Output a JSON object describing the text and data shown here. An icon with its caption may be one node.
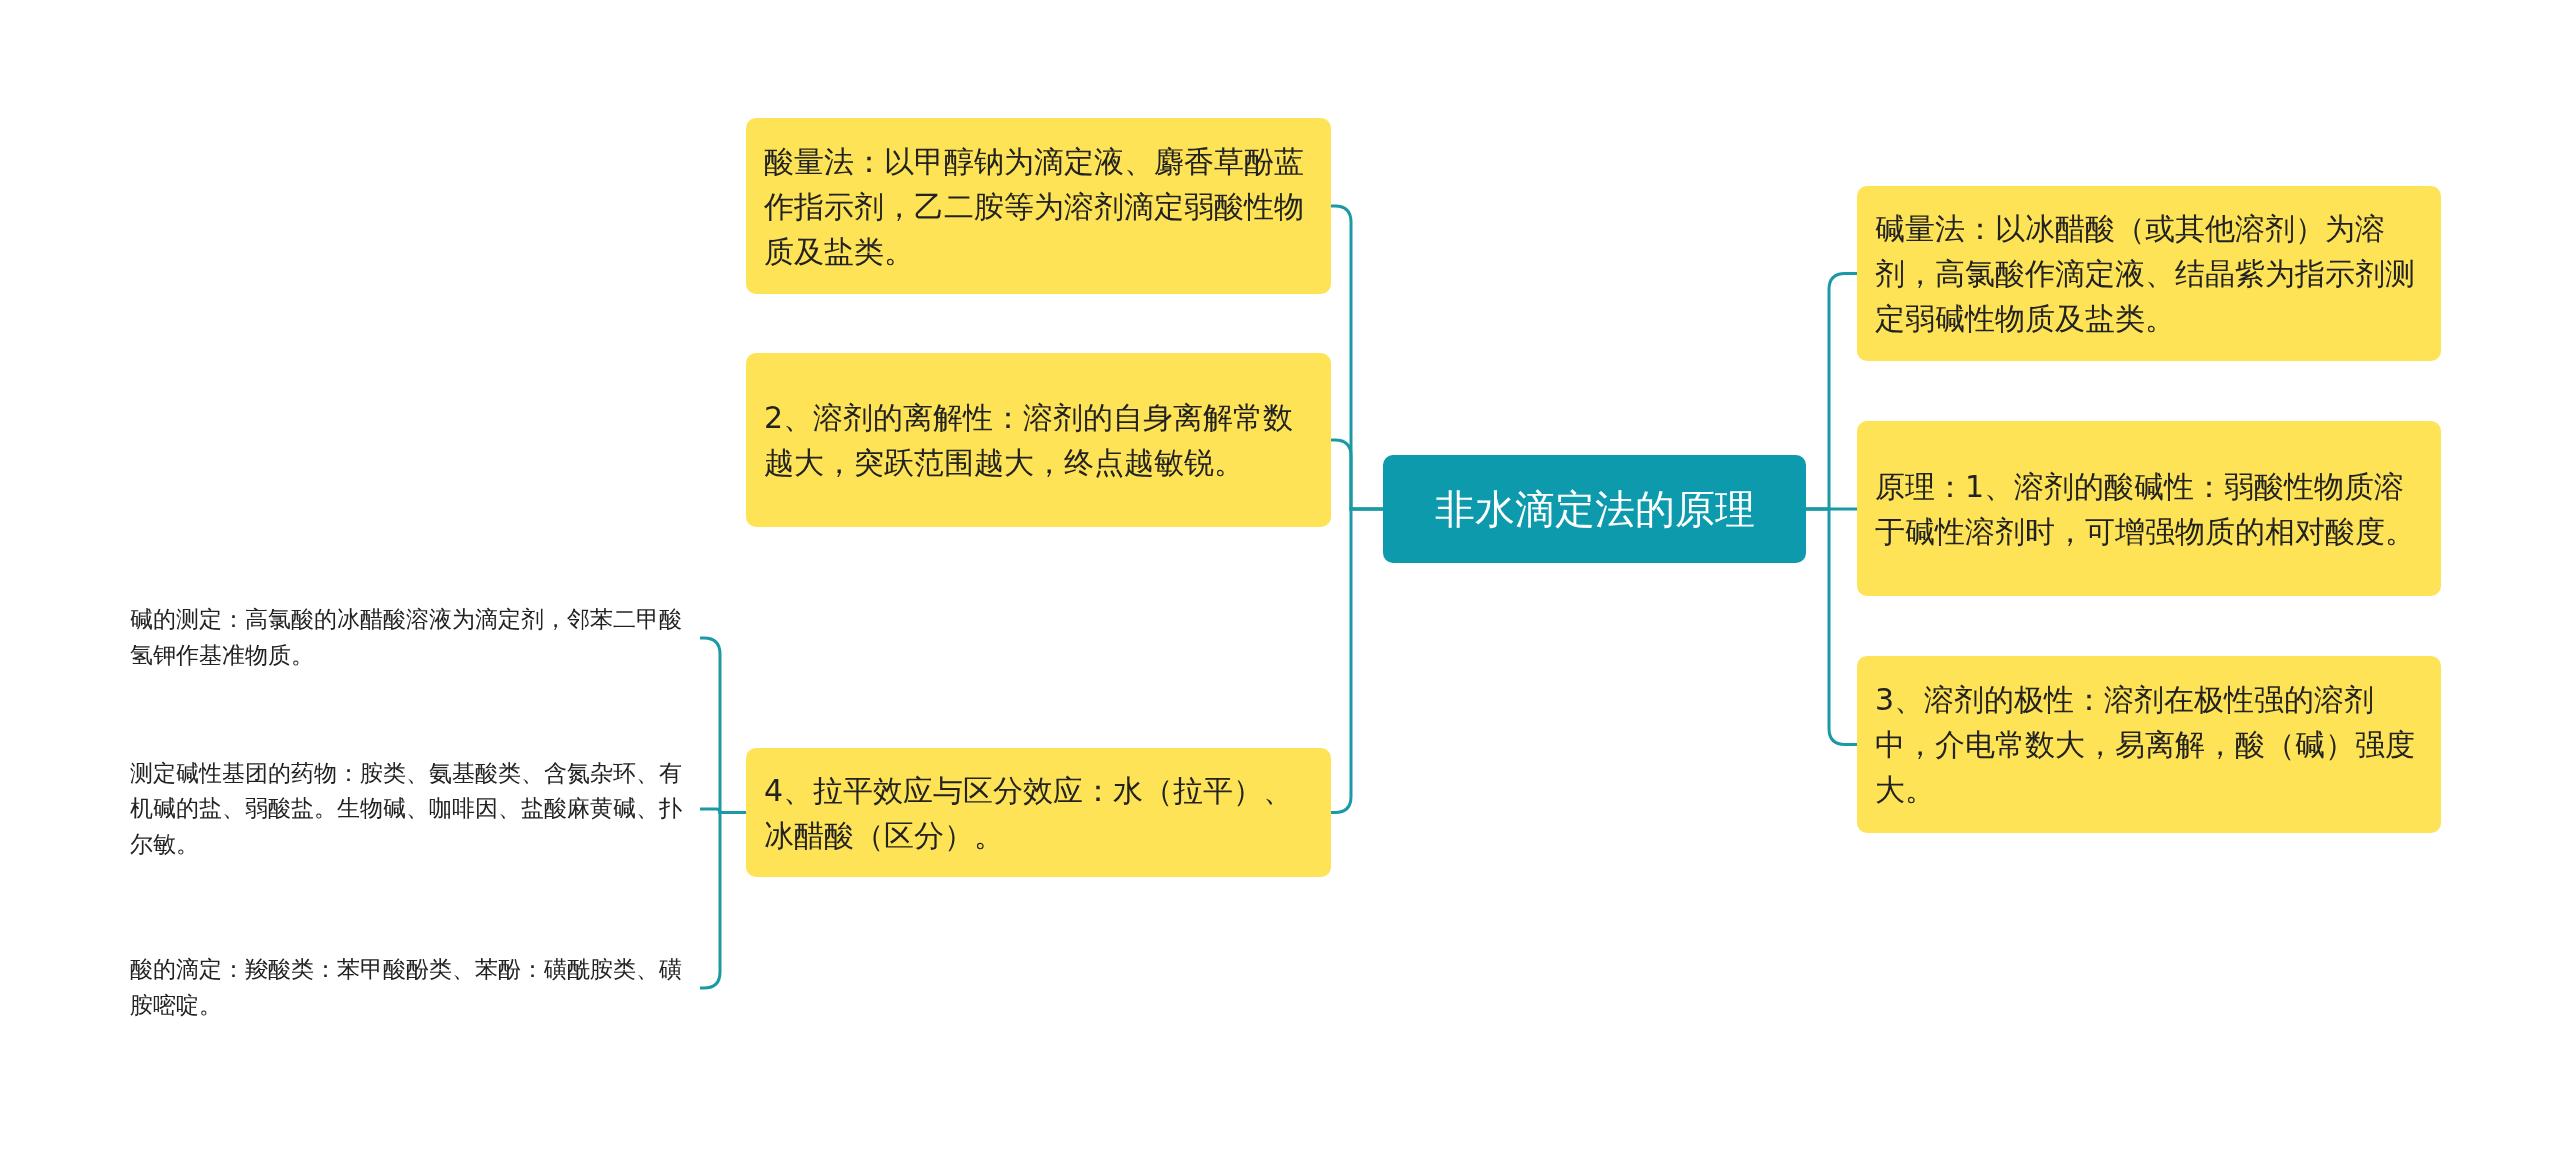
{
  "diagram": {
    "nodes": [
      {
        "text": [
          "非水滴定法的原理"
        ]
      },
      {
        "text": [
          "酸量法：以甲醇钠为滴定液、麝香草酚蓝作指示剂，乙二胺等为溶剂滴定弱酸性物质及盐类。"
        ]
      },
      {
        "text": [
          "2、溶剂的离解性：溶剂的自身离解常数越大，突跃范围越大，终点越敏锐。"
        ]
      },
      {
        "text": [
          "4、拉平效应与区分效应：水（拉平）、冰醋酸（区分）。"
        ]
      },
      {
        "text": [
          "碱量法：以冰醋酸（或其他溶剂）为溶剂，高氯酸作滴定液、结晶紫为指示剂测定弱碱性物质及盐类。"
        ]
      },
      {
        "text": [
          "原理：1、溶剂的酸碱性：弱酸性物质溶于碱性溶剂时，可增强物质的相对酸度。"
        ]
      },
      {
        "text": [
          "3、溶剂的极性：溶剂在极性强的溶剂中，介电常数大，易离解，酸（碱）强度大。"
        ]
      },
      {
        "text": [
          "碱的测定：高氯酸的冰醋酸溶液为滴定剂，邻苯二甲酸氢钾作基准物质。"
        ]
      },
      {
        "text": [
          "测定碱性基团的药物：胺类、氨基酸类、含氮杂环、有机碱的盐、弱酸盐。生物碱、咖啡因、盐酸麻黄碱、扑尔敏。"
        ]
      },
      {
        "text": [
          "酸的滴定：羧酸类：苯甲酸酚类、苯酚：磺酰胺类、磺胺嘧啶。"
        ]
      }
    ],
    "edges": [
      {
        "from": 0,
        "to": 1,
        "arrow": "none"
      },
      {
        "from": 0,
        "to": 2,
        "arrow": "none"
      },
      {
        "from": 0,
        "to": 3,
        "arrow": "none"
      },
      {
        "from": 0,
        "to": 4,
        "arrow": "none"
      },
      {
        "from": 0,
        "to": 5,
        "arrow": "none"
      },
      {
        "from": 0,
        "to": 6,
        "arrow": "none"
      },
      {
        "from": 3,
        "to": 7,
        "arrow": "none"
      },
      {
        "from": 3,
        "to": 8,
        "arrow": "none"
      },
      {
        "from": 3,
        "to": 9,
        "arrow": "none"
      }
    ]
  }
}
